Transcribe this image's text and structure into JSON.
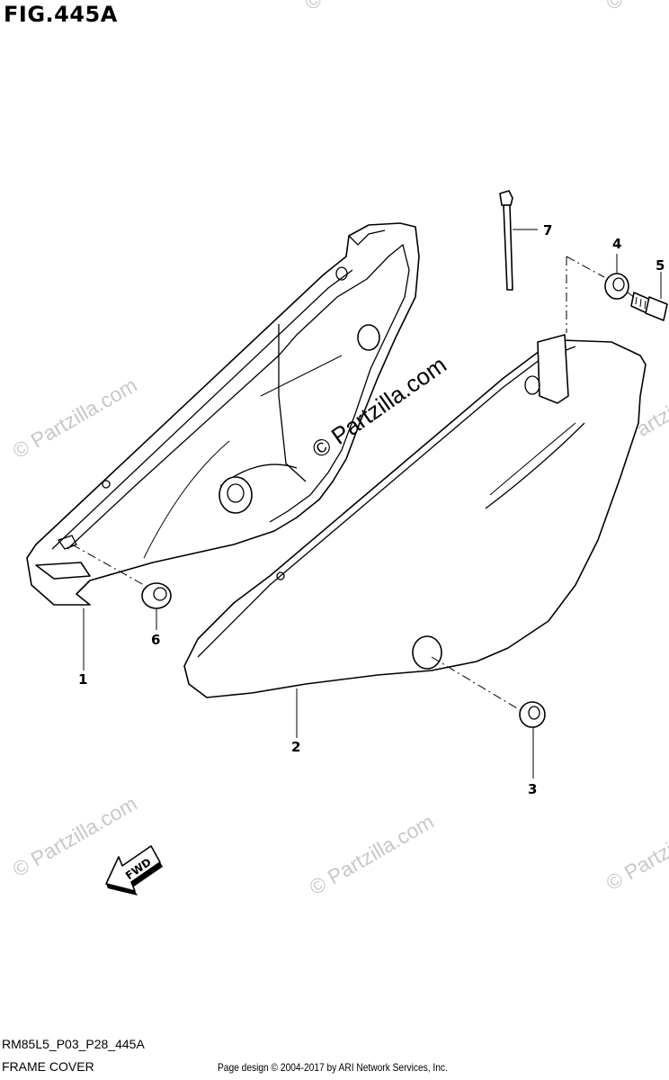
{
  "figure": {
    "title": "FIG.445A",
    "code": "RM85L5_P03_P28_445A",
    "name": "FRAME COVER"
  },
  "footer": {
    "copyright": "Page design © 2004-2017 by ARI Network Services, Inc."
  },
  "watermark": {
    "text": "© Partzilla.com",
    "center_text": "© Partzilla.com"
  },
  "direction_arrow": {
    "label": "FWD"
  },
  "callouts": [
    {
      "id": "1",
      "label": "1"
    },
    {
      "id": "2",
      "label": "2"
    },
    {
      "id": "3",
      "label": "3"
    },
    {
      "id": "4",
      "label": "4"
    },
    {
      "id": "5",
      "label": "5"
    },
    {
      "id": "6",
      "label": "6"
    },
    {
      "id": "7",
      "label": "7"
    }
  ]
}
